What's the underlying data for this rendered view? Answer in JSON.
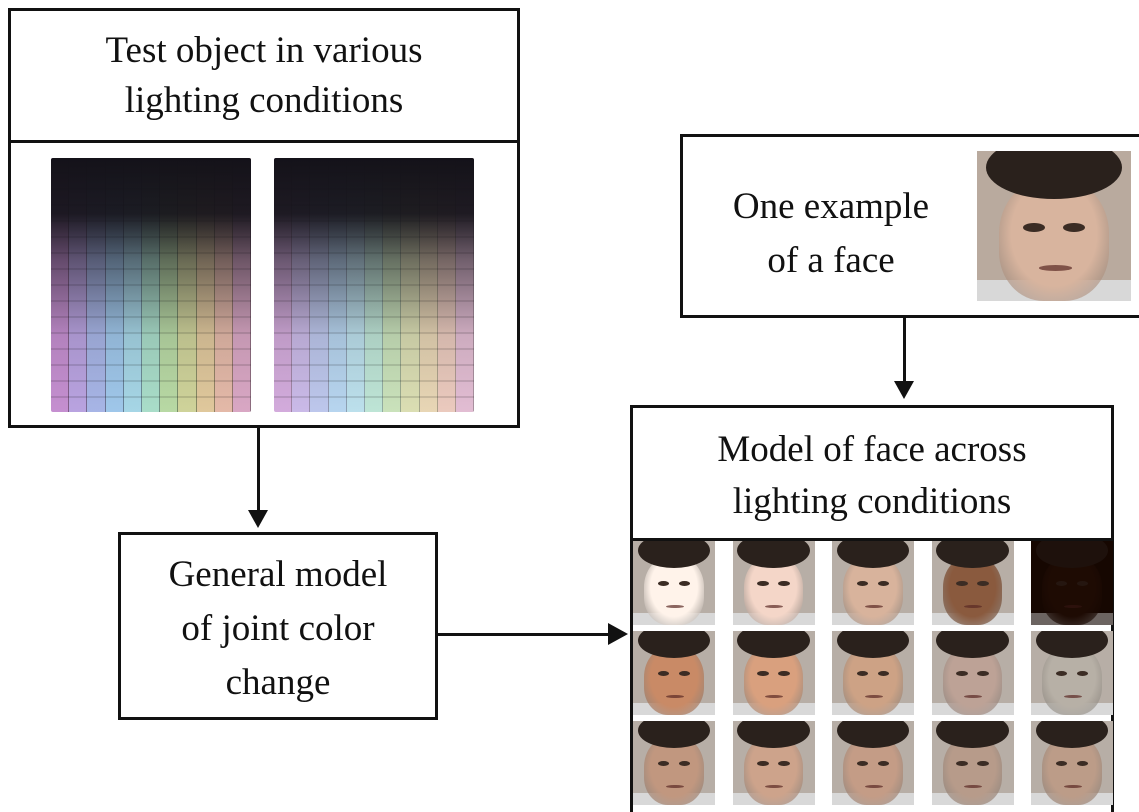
{
  "boxes": {
    "test_object": "Test object in various lighting conditions",
    "test_object_line1": "Test object in various",
    "test_object_line2": "lighting conditions",
    "face_example_line1": "One example",
    "face_example_line2": "of a face",
    "general_model_line1": "General model",
    "general_model_line2": "of joint color",
    "general_model_line3": "change",
    "face_model_line1": "Model of face across",
    "face_model_line2": "lighting conditions"
  },
  "colors": {
    "border": "#111111",
    "background": "#ffffff",
    "swatch_hues": [
      "#c58fd0",
      "#b9a3e0",
      "#a7b5e6",
      "#9fc7ea",
      "#a6d6e6",
      "#a9ddc9",
      "#b8d9a4",
      "#cfd39a",
      "#e0c89c",
      "#e4b9a8",
      "#d9a7c4"
    ]
  },
  "face_grid": {
    "rows": 3,
    "cols": 5,
    "lighting_tints": [
      [
        "#fff3ea",
        "#f4d6c8",
        "#d8b39c",
        "#8a5a3e",
        "#2a1208"
      ],
      [
        "#c98a66",
        "#d9a07e",
        "#cda285",
        "#bda296",
        "#b7b0a6"
      ],
      [
        "#c1977f",
        "#cda38b",
        "#c49c86",
        "#b79b8a",
        "#bc9c88"
      ]
    ]
  }
}
